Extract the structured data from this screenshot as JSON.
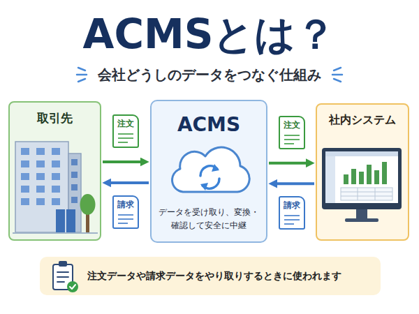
{
  "diagram": {
    "title": "ACMSとは？",
    "nodes": [
      {
        "text": [
          "取引先"
        ]
      },
      {
        "text": [
          "ACMS",
          "データを受け取り、変換・確認して安全に中継"
        ]
      },
      {
        "text": [
          "社内システム"
        ]
      },
      {
        "text": [
          "注文データや請求データをやり取りするときに使われます"
        ]
      }
    ],
    "edges": [
      {
        "from": 0,
        "to": 1,
        "arrow": "to",
        "label": "注文"
      },
      {
        "from": 1,
        "to": 0,
        "arrow": "to",
        "label": "請求"
      },
      {
        "from": 1,
        "to": 2,
        "arrow": "to",
        "label": "注文"
      },
      {
        "from": 2,
        "to": 1,
        "arrow": "to",
        "label": "請求"
      }
    ],
    "labels": [
      "会社どうしのデータをつなぐ仕組み"
    ]
  }
}
